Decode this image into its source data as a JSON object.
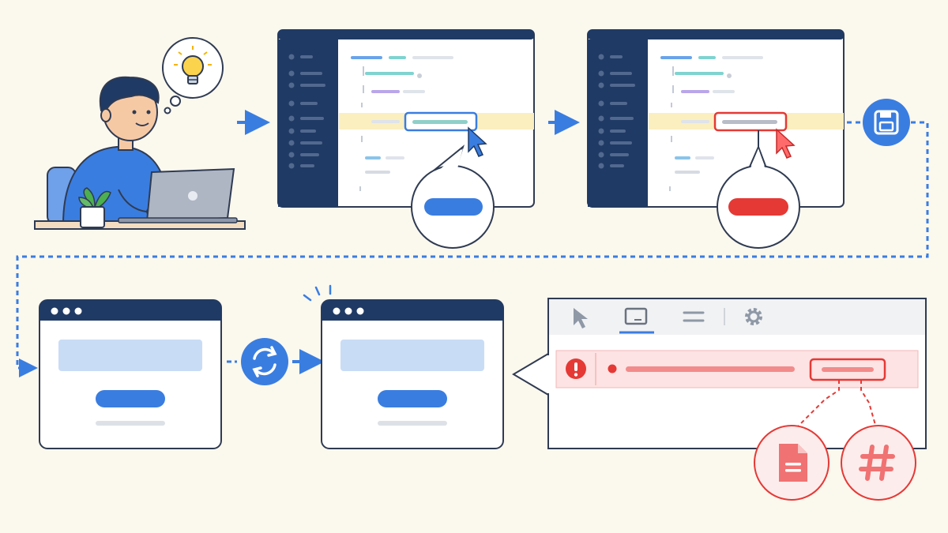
{
  "scene": "developer-edits-code-breaks-ui-devtools-error-workflow",
  "colors": {
    "background": "#fbf8ee",
    "navy": "#1f3a64",
    "blue": "#3a7de0",
    "red": "#e53935",
    "highlight": "#fbefc0",
    "light_blue_block": "#c9dcf6",
    "pink_row": "#fde3e3",
    "outline": "#2f3b52"
  },
  "icons": {
    "lightbulb": "lightbulb-icon",
    "save": "floppy-disk-icon",
    "reload": "refresh-icon",
    "cursor": "mouse-pointer-icon",
    "inspect": "inspect-element-icon",
    "console": "console-icon",
    "settings": "gear-icon",
    "error": "exclamation-circle-icon",
    "file": "file-document-icon",
    "line_number": "hash-icon"
  },
  "devtools": {
    "tabs": [
      "pointer",
      "inspect",
      "console",
      "settings"
    ],
    "active_tab_index": 1
  }
}
